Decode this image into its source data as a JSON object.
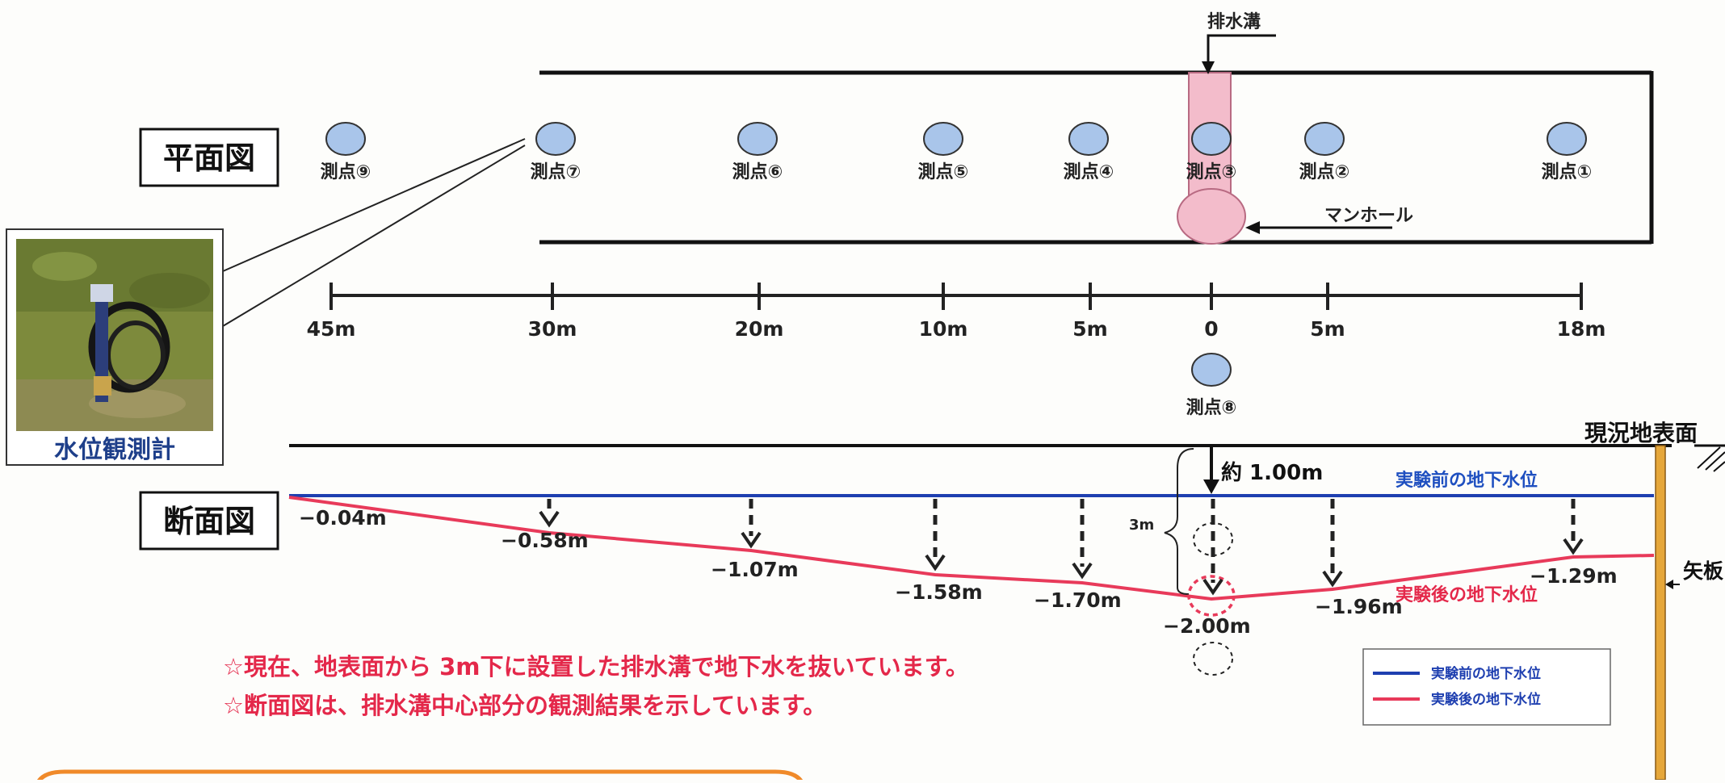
{
  "plan": {
    "title": "平面図",
    "drain_label": "排水溝",
    "manhole_label": "マンホール",
    "points": [
      {
        "label": "測点⑨"
      },
      {
        "label": "測点⑦"
      },
      {
        "label": "測点⑥"
      },
      {
        "label": "測点⑤"
      },
      {
        "label": "測点④"
      },
      {
        "label": "測点③"
      },
      {
        "label": "測点②"
      },
      {
        "label": "測点①"
      }
    ],
    "point8": {
      "label": "測点⑧"
    }
  },
  "photo": {
    "caption": "水位観測計"
  },
  "scale": {
    "ticks": [
      "45m",
      "30m",
      "20m",
      "10m",
      "5m",
      "0",
      "5m",
      "18m"
    ]
  },
  "section": {
    "title": "断面図",
    "ground_label": "現況地表面",
    "sheet_pile_label": "矢板",
    "depth_to_water": "約 1.00m",
    "drain_depth": "3m",
    "before_label": "実験前の地下水位",
    "after_label": "実験後の地下水位",
    "drops": [
      "−0.04m",
      "−0.58m",
      "−1.07m",
      "−1.58m",
      "−1.70m",
      "−2.00m",
      "−1.96m",
      "−1.29m"
    ],
    "colors": {
      "before": "#1e3fb0",
      "after": "#e83a5a",
      "pile": "#e6a73a"
    }
  },
  "legend": {
    "before": "実験前の地下水位",
    "after": "実験後の地下水位"
  },
  "notes": [
    "☆現在、地表面から 3m下に設置した排水溝で地下水を抜いています。",
    "☆断面図は、排水溝中心部分の観測結果を示しています。"
  ]
}
